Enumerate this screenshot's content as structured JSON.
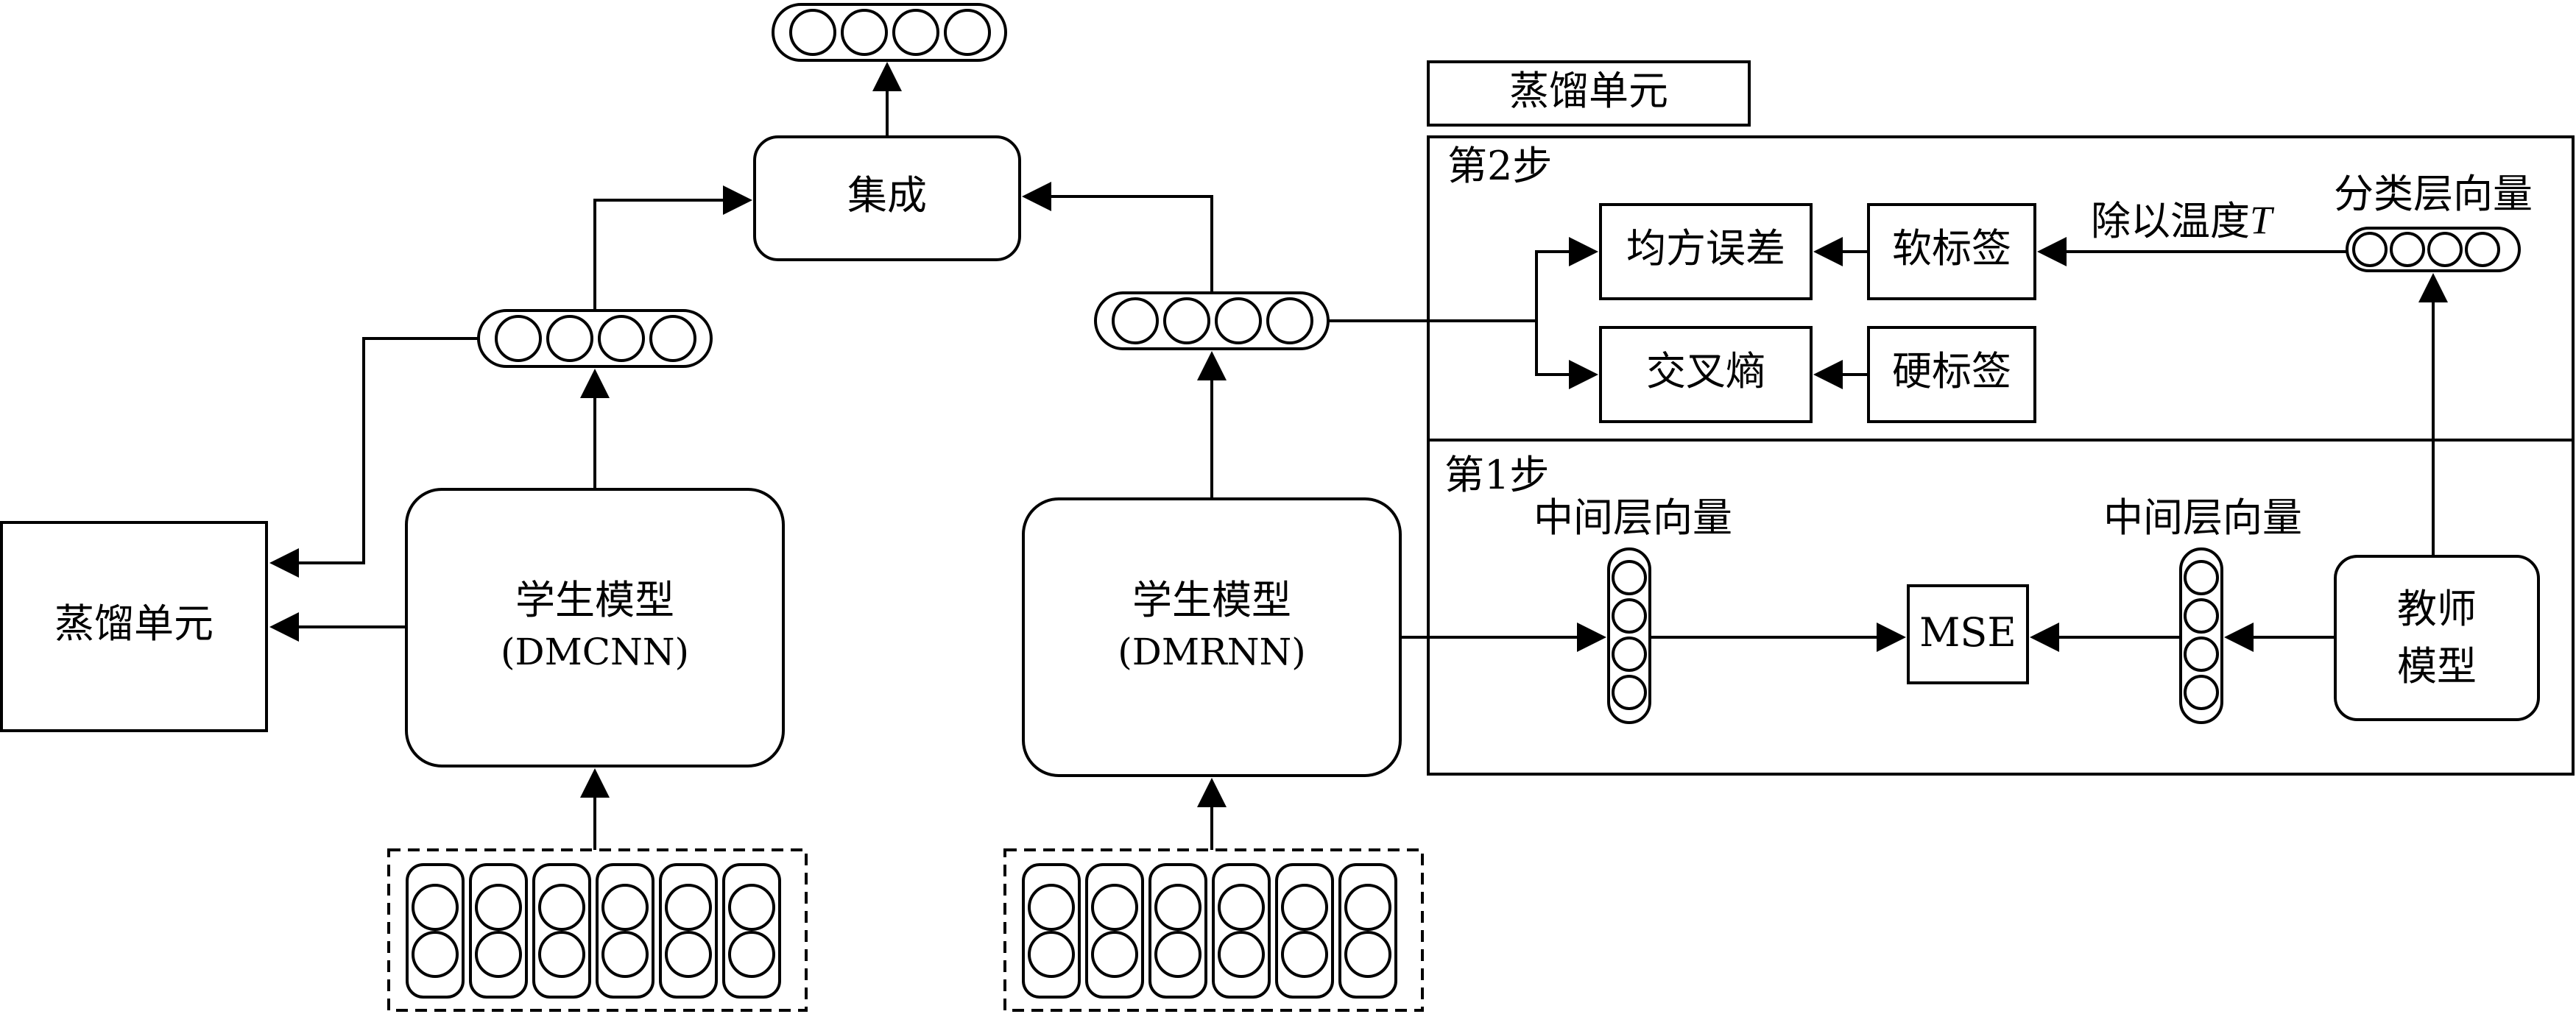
{
  "labels": {
    "ensemble": "集成",
    "distill_unit_title": "蒸馏单元",
    "distill_unit_left": "蒸馏单元",
    "step2": "第2步",
    "step1": "第1步",
    "mse_loss": "均方误差",
    "cross_entropy": "交叉熵",
    "soft_label": "软标签",
    "hard_label": "硬标签",
    "divide_by_temp": "除以温度",
    "temp_symbol": "T",
    "classifier_vector": "分类层向量",
    "student1_line1": "学生模型",
    "student1_line2": "(DMCNN)",
    "student2_line1": "学生模型",
    "student2_line2": "(DMRNN)",
    "teacher_line1": "教师",
    "teacher_line2": "模型",
    "mid_vector_left": "中间层向量",
    "mid_vector_right": "中间层向量",
    "mse": "MSE"
  }
}
